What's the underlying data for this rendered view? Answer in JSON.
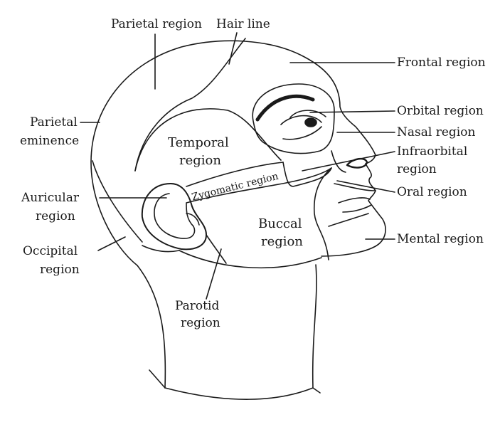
{
  "diagram": {
    "labels": {
      "parietal_region": "Parietal region",
      "hair_line": "Hair line",
      "frontal_region": "Frontal region",
      "orbital_region": "Orbital region",
      "nasal_region": "Nasal region",
      "infraorbital_region_line1": "Infraorbital",
      "infraorbital_region_line2": "region",
      "parietal_eminence_line1": "Parietal",
      "parietal_eminence_line2": "eminence",
      "temporal_region_line1": "Temporal",
      "temporal_region_line2": "region",
      "zygomatic_region": "Zygomatic region",
      "auricular_region_line1": "Auricular",
      "auricular_region_line2": "region",
      "oral_region": "Oral region",
      "buccal_region_line1": "Buccal",
      "buccal_region_line2": "region",
      "mental_region": "Mental region",
      "occipital_region_line1": "Occipital",
      "occipital_region_line2": "region",
      "parotid_region_line1": "Parotid",
      "parotid_region_line2": "region"
    },
    "colors": {
      "stroke": "#1a1a1a",
      "background": "#ffffff"
    }
  }
}
